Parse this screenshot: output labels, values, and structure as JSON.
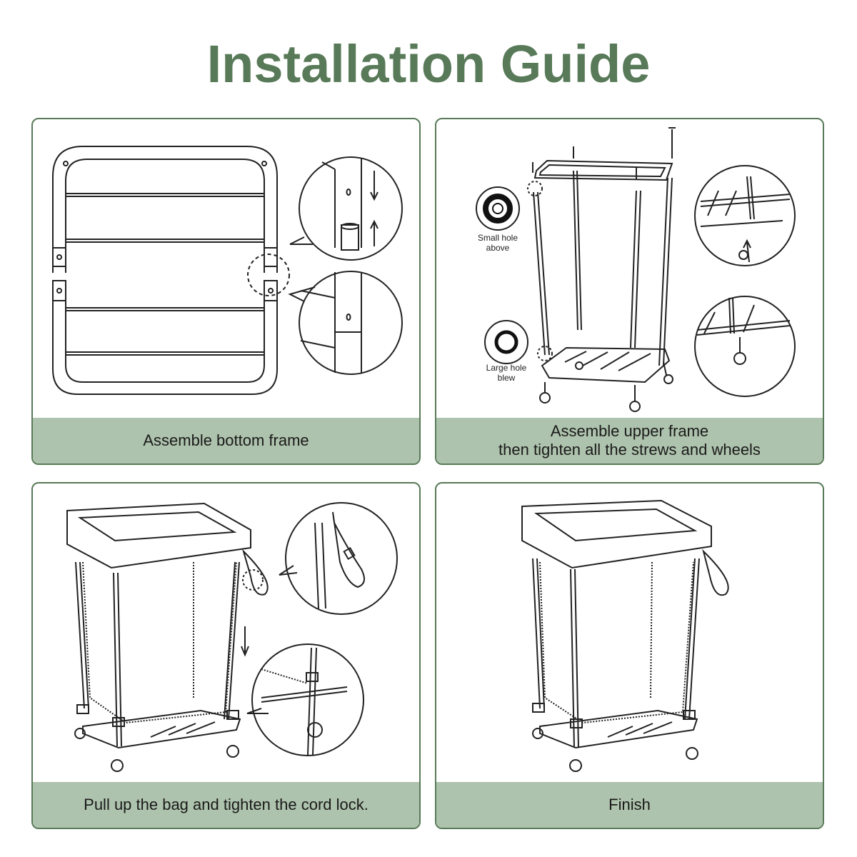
{
  "page": {
    "title": "Installation Guide",
    "accent_color": "#587a58",
    "caption_bg": "#aec3ad"
  },
  "steps": [
    {
      "caption": "Assemble bottom frame"
    },
    {
      "caption_line1": "Assemble upper frame",
      "caption_line2": "then tighten all the strews and wheels",
      "label_small_line1": "Small hole",
      "label_small_line2": "above",
      "label_large_line1": "Large hole",
      "label_large_line2": "blew"
    },
    {
      "caption": "Pull up the bag and tighten the cord lock."
    },
    {
      "caption": "Finish"
    }
  ]
}
